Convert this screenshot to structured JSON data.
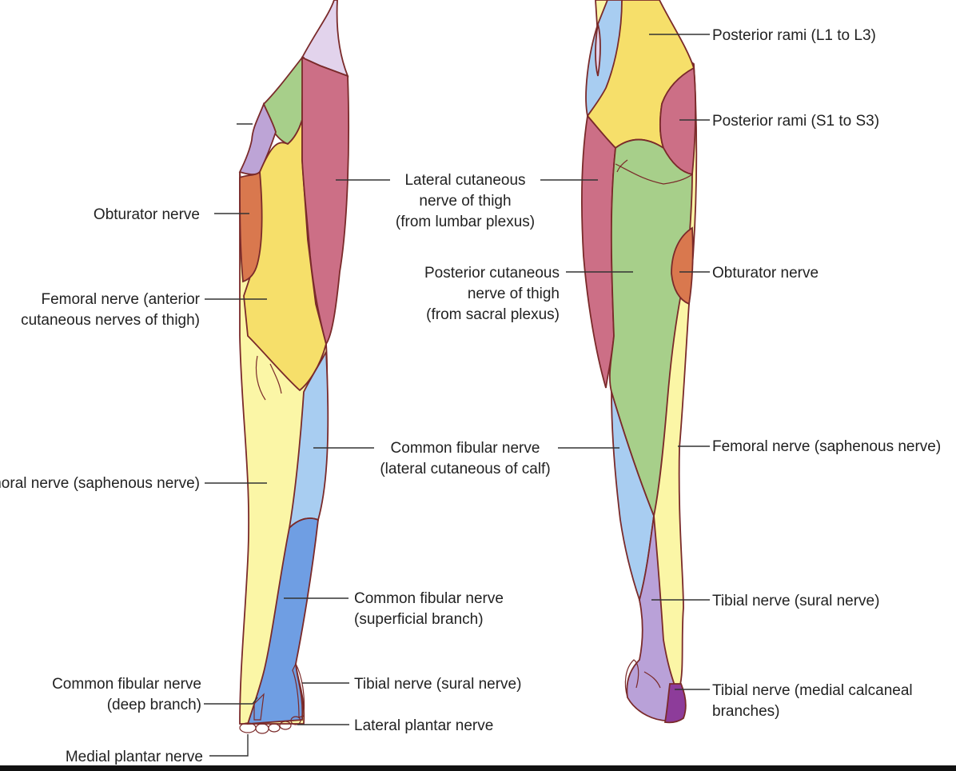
{
  "colors": {
    "lumbar_posterior": "#f6df6a",
    "sacral_posterior": "#cc6f86",
    "lateral_cutaneous": "#cc6f86",
    "femoral_anterior": "#f6df6a",
    "obturator": "#d9784e",
    "saphenous": "#fbf6a6",
    "posterior_cutaneous": "#a7cf8a",
    "common_fibular_lateral": "#a8cdf1",
    "superficial_fibular": "#6f9ee3",
    "sural": "#b9a1d8",
    "medial_calcaneal": "#8d3c9a",
    "ilioinguinal": "#e2d3ec",
    "genitofemoral": "#a7cf8a",
    "iliohypogastric": "#bda4d6",
    "plantar": "#e58aa6",
    "outline": "#7a2a2a"
  },
  "anterior_labels": {
    "obturator": "Obturator nerve",
    "femoral_line1": "Femoral nerve (anterior",
    "femoral_line2": "cutaneous nerves of thigh)",
    "saphenous": "Femoral nerve (saphenous nerve)",
    "deep_line1": "Common fibular nerve",
    "deep_line2": "(deep branch)",
    "medial_plantar": "Medial plantar nerve"
  },
  "center_labels": {
    "lateral_line1": "Lateral cutaneous",
    "lateral_line2": "nerve of thigh",
    "lateral_line3": "(from lumbar plexus)",
    "posterior_line1": "Posterior cutaneous",
    "posterior_line2": "nerve of thigh",
    "posterior_line3": "(from sacral plexus)",
    "fibular_calf_line1": "Common fibular nerve",
    "fibular_calf_line2": "(lateral cutaneous of calf)",
    "superficial_line1": "Common fibular nerve",
    "superficial_line2": "(superficial branch)",
    "sural_anterior": "Tibial nerve (sural nerve)",
    "lateral_plantar": "Lateral plantar nerve"
  },
  "posterior_labels": {
    "rami_lumbar": "Posterior rami (L1 to L3)",
    "rami_sacral": "Posterior rami (S1 to S3)",
    "obturator": "Obturator nerve",
    "saphenous": "Femoral nerve (saphenous nerve)",
    "sural": "Tibial nerve (sural nerve)",
    "calcaneal_line1": "Tibial nerve (medial calcaneal",
    "calcaneal_line2": "branches)"
  }
}
